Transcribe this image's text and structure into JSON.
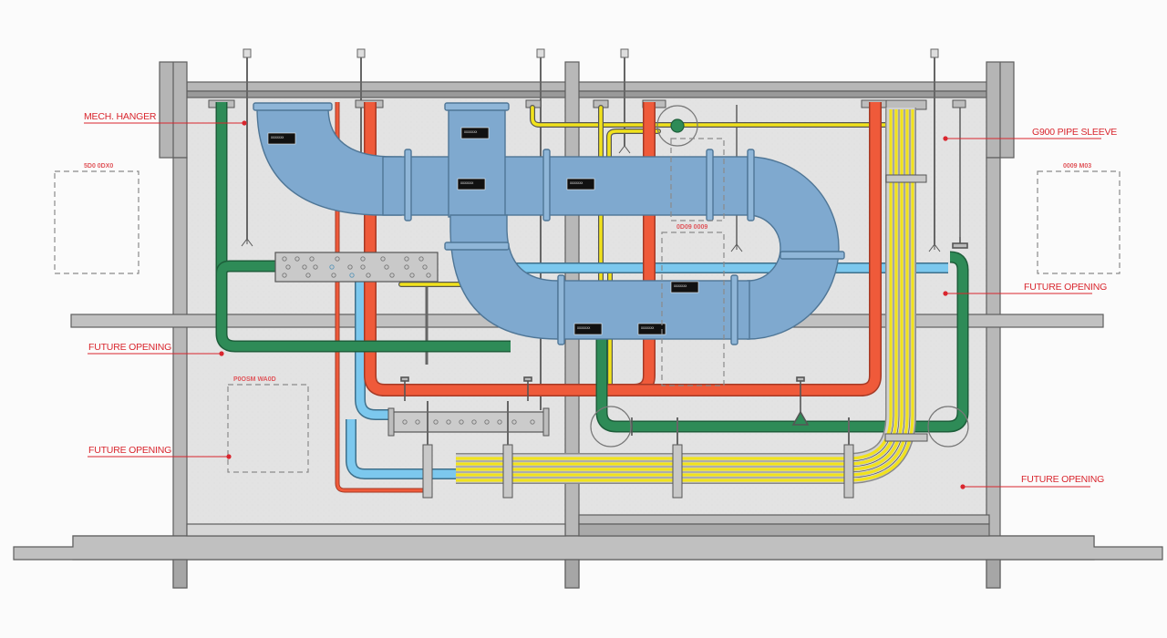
{
  "diagram": {
    "type": "mechanical-piping-section",
    "colors": {
      "background": "#fbfbfb",
      "concrete": "#e2e2e2",
      "structure": "#a9a9a9",
      "structure_dark": "#8c8c8c",
      "duct": "#7fa9cf",
      "duct_stroke": "#4f7696",
      "hot_water": "#ef5a3a",
      "chilled_water": "#2e8b57",
      "cold_water": "#7cc8ee",
      "gas": "#f1e21c",
      "callout": "#d9262e"
    },
    "callouts": [
      {
        "id": "mech-hanger",
        "label": "MECH. HANGER"
      },
      {
        "id": "pipe-sleeve",
        "label": "G900 PIPE SLEEVE"
      },
      {
        "id": "future-opening-left-1",
        "label": "FUTURE OPENING"
      },
      {
        "id": "future-opening-left-2",
        "label": "FUTURE OPENING"
      },
      {
        "id": "future-opening-right-1",
        "label": "FUTURE OPENING"
      },
      {
        "id": "future-opening-right-2",
        "label": "FUTURE OPENING"
      }
    ],
    "opening_labels": [
      {
        "id": "opening-left-top",
        "label": "5D0 0DX0"
      },
      {
        "id": "opening-right-top",
        "label": "0009 M03"
      },
      {
        "id": "opening-center",
        "label": "0D09 0009"
      },
      {
        "id": "opening-left-bottom",
        "label": "P0OSM WA0D"
      }
    ],
    "duct_tags": [
      {
        "id": "tag-elbow",
        "label": "XXXXXXX"
      },
      {
        "id": "tag-riser",
        "label": "XXXXXXX"
      },
      {
        "id": "tag-main-1",
        "label": "XXXXXXX"
      },
      {
        "id": "tag-main-2",
        "label": "XXXXXXX"
      },
      {
        "id": "tag-return-1",
        "label": "XXXXXXX"
      },
      {
        "id": "tag-return-2",
        "label": "XXXXXXX"
      },
      {
        "id": "tag-wall",
        "label": "XXXXXXX"
      }
    ]
  }
}
